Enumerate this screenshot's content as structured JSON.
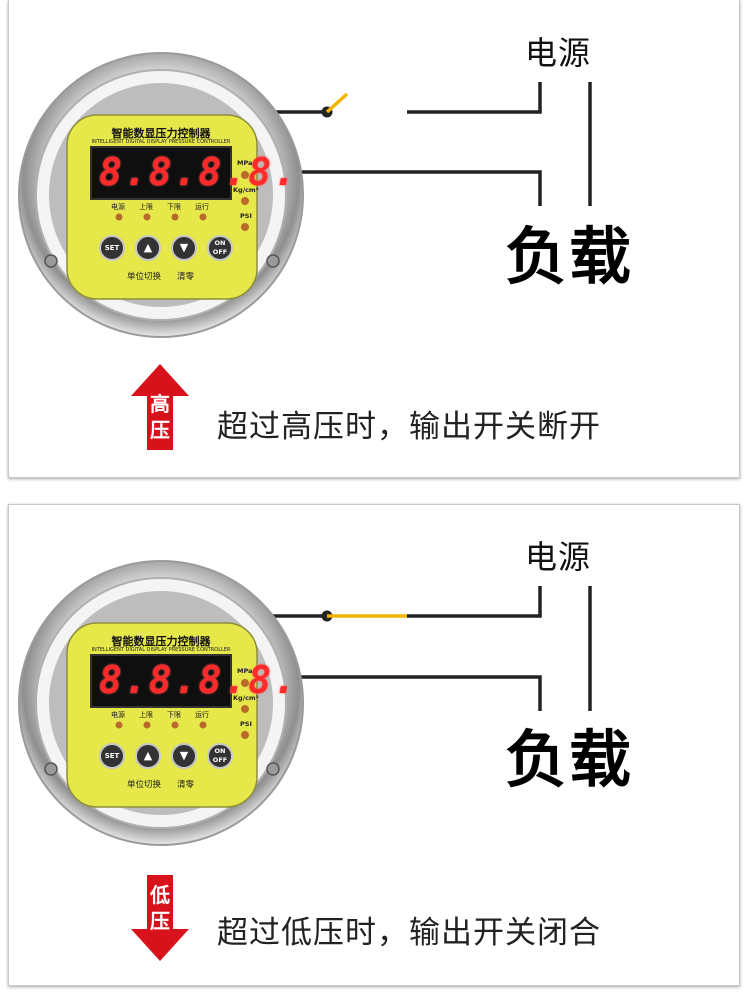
{
  "colors": {
    "switch_wire": "#f2b400",
    "wire": "#222222",
    "arrow_red": "#d8121b",
    "faceplate": "#e6e84a",
    "led_off": "#b86a2a",
    "digits": "#ff2a2a"
  },
  "gauge": {
    "title": "智能数显压力控制器",
    "subtitle": "INTELLIGENT DIGITAL DISPLAY PRESSURE CONTROLLER",
    "display": "8.8.8.8.",
    "led_labels": [
      "电源",
      "上限",
      "下限",
      "运行"
    ],
    "units": [
      "MPa",
      "Kg/cm²",
      "PSI"
    ],
    "buttons": {
      "set": "SET",
      "up": "▲",
      "down": "▼",
      "on": "ON",
      "off": "OFF"
    },
    "below_buttons": [
      "单位切换",
      "清零"
    ]
  },
  "panels": [
    {
      "power_label": "电源",
      "load_label": "负载",
      "switch_state": "open",
      "arrow_direction": "up",
      "arrow_label": [
        "高",
        "压"
      ],
      "caption": "超过高压时，输出开关断开"
    },
    {
      "power_label": "电源",
      "load_label": "负载",
      "switch_state": "closed",
      "arrow_direction": "down",
      "arrow_label": [
        "低",
        "压"
      ],
      "caption": "超过低压时，输出开关闭合"
    }
  ]
}
